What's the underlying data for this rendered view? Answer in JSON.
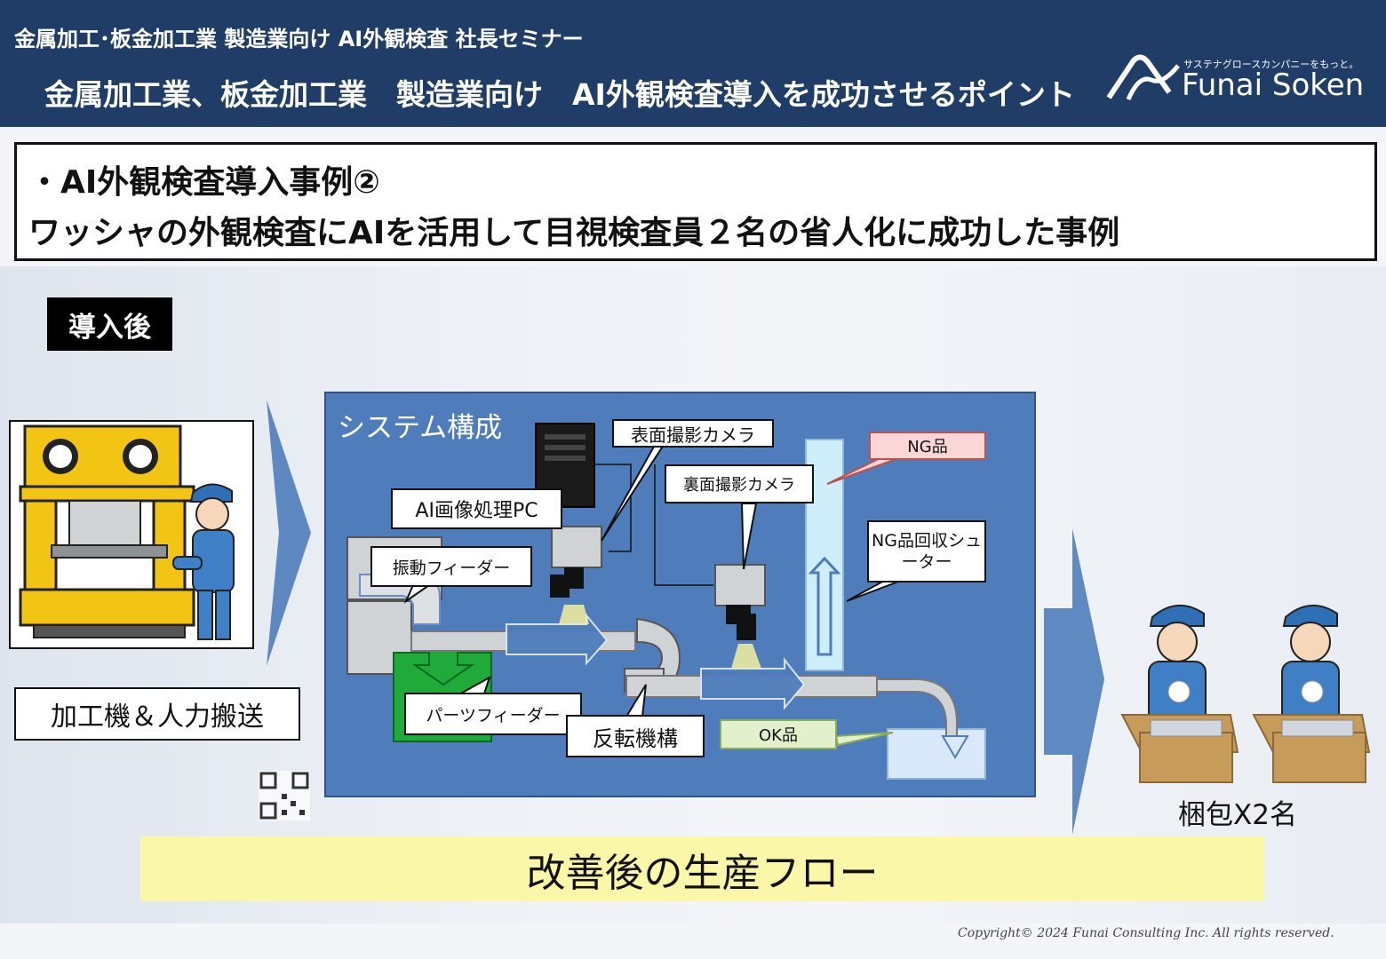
{
  "header": {
    "seminar_title": "金属加工･板金加工業 製造業向け AI外観検査 社長セミナー",
    "slide_title": "金属加工業、板金加工業　製造業向け　AI外観検査導入を成功させるポイント",
    "logo_tagline": "サステナグロースカンパニーをもっと。",
    "logo_name": "Funai Soken"
  },
  "headline": {
    "line1": "・AI外観検査導入事例②",
    "line2": "ワッシャの外観検査にAIを活用して目視検査員２名の省人化に成功した事例"
  },
  "badge": "導入後",
  "machine_caption": "加工機＆人力搬送",
  "system": {
    "title": "システム構成",
    "labels": {
      "ai_pc": "AI画像処理PC",
      "front_camera": "表面撮影カメラ",
      "back_camera": "裏面撮影カメラ",
      "vibration_feeder": "振動フィーダー",
      "parts_feeder": "パーツフィーダー",
      "flip_mechanism": "反転機構",
      "ng_chute": "NG品回収シューター",
      "ng_item": "NG品",
      "ok_item": "OK品"
    }
  },
  "packing_label": "梱包X2名",
  "flow_banner": "改善後の生産フロー",
  "copyright": "Copyright© 2024 Funai Consulting  Inc. All rights reserved.",
  "colors": {
    "header_bg": "#1f3d66",
    "panel_bg": "#4f7dbb",
    "banner_bg": "#fbf7a8",
    "ng_fill": "#fbd6d6",
    "ok_fill": "#e2f0cc",
    "parts_feeder_green": "#1faa3a"
  },
  "icons": [
    "funai-wave-logo-icon",
    "server-pc-icon",
    "camera-icon",
    "press-machine-icon",
    "worker-icon",
    "cardboard-box-icon",
    "qr-code-icon"
  ]
}
